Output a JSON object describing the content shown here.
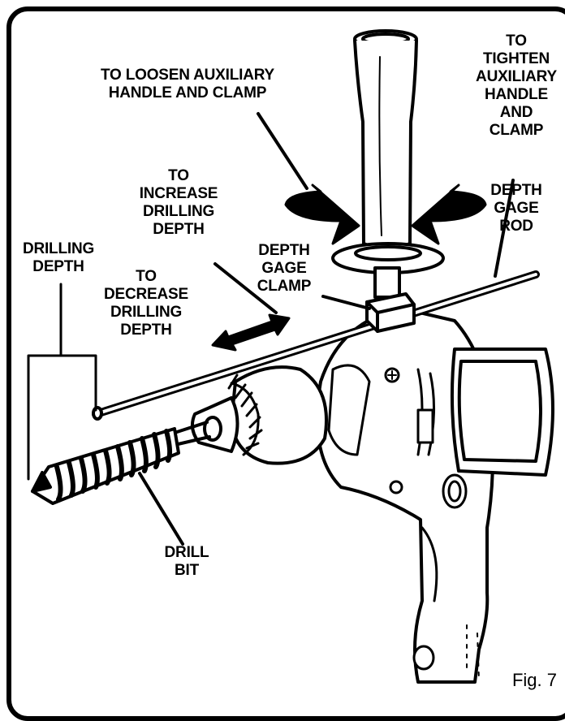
{
  "labels": {
    "loosen": "TO LOOSEN AUXILIARY\nHANDLE AND CLAMP",
    "tighten": "TO\nTIGHTEN\nAUXILIARY\nHANDLE\nAND CLAMP",
    "increase": "TO\nINCREASE\nDRILLING\nDEPTH",
    "decrease": "TO\nDECREASE\nDRILLING\nDEPTH",
    "drilling_depth": "DRILLING\nDEPTH",
    "depth_gage_clamp": "DEPTH\nGAGE\nCLAMP",
    "depth_gage_rod": "DEPTH\nGAGE\nROD",
    "drill_bit": "DRILL\nBIT"
  },
  "figure_number": "Fig. 7"
}
